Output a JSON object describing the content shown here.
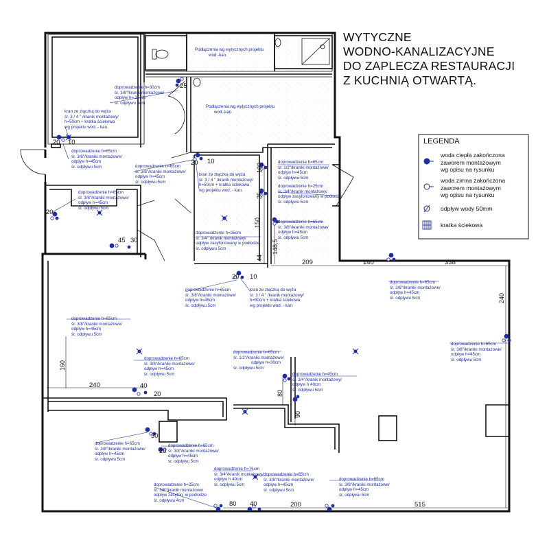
{
  "title": {
    "lines": [
      "WYTYCZNE",
      "WODNO-KANALIZACYJNE",
      "DO ZAPLECZA RESTAURACJI",
      "Z KUCHNIĄ OTWARTĄ."
    ]
  },
  "legend": {
    "title": "LEGENDA",
    "hot_water": [
      "woda ciepła zakończona",
      "zaworem montażowym",
      "wg opisu na rysunku"
    ],
    "cold_water": [
      "woda zimna zakończona",
      "zaworem montażowym",
      "wg opisu na rysunku"
    ],
    "drain": "odpływ wody 50mm",
    "grate": "kratka ściekowa"
  },
  "notes": {
    "n1": [
      "Podłączenia wg wytycznych projektu",
      "wod.-kan."
    ],
    "n2": [
      "Podłączenia wg wytycznych projektu",
      "wod.-kan."
    ],
    "n3": [
      "doprowadzenie h=30cm",
      "śr. 3/8\"/kranik montażowe/",
      "odpływ  h= 25cm",
      "śr. odpływu 5cm"
    ],
    "n4": [
      "kran ze złączką do węża",
      "śr. 3 / 4 \" /kranik montażowy/",
      "h=50cm  + kratka ściekowa",
      "wg projektu wod. - kan."
    ],
    "n5": [
      "doprowadzenie h=65cm",
      "śr. 3/8\"/kraniki montażowe/",
      "odpływ h=45cm",
      "śr. odpływu 5cm"
    ],
    "n6": [
      "doprowadzenie h=65cm",
      "śr. 3/8\"/kraniki montażowe/",
      "odpływ  h=45cm",
      "śr. odpływu 5cm"
    ],
    "n7": [
      "kran ze złączką do węża",
      "śr. 3 / 4 \" /kranik montażowy/",
      "h=50cm  + kratka ściekowa",
      "wg projektu wod. - kan."
    ],
    "n8": [
      "doprowadzenie h=65cm",
      "śr. 1/2\"/kraniki montażowe/",
      "odpływ h=45cm",
      "śr. odpływu 5cm"
    ],
    "n9": [
      "doprowadzenie h=25cm",
      "śr. 3/4\"/kranik montażowy/",
      "odpływ zasyfonowany w podłodze",
      "śr. odpływu 5cm"
    ],
    "n10": [
      "doprowadzenie h=65cm",
      "śr. 3/8\"/kraniki montażowe/",
      "odpływ h=45cm",
      "śr. odpływu 5cm"
    ],
    "n11": [
      "doprowadzenie h=65cm",
      "śr. 3/8\"/kraniki montażowe/",
      "odpływ h=45cm",
      "śr. odpływu 5cm"
    ],
    "n12": [
      "doprowadzenie h=25cm",
      "śr. 3/4\" /kranik montażowy/",
      "odpływ zasyfonowany w podłodze",
      "śr. odpływu 5cm"
    ],
    "n13": [
      "doprowadzenie h=65cm",
      "śr. 3/8\"/kraniki montażowe/",
      "odpływ h=45cm",
      "śr. odpływu 5cm"
    ],
    "n14": [
      "kran ze złączką do węża",
      "śr. 3 / 4 \" /kranik montażowy/",
      "h=50cm  + kratka ściekowa",
      "wg projektu wod. - kan."
    ],
    "n15": [
      "doprowadzenie h=65cm",
      "śr. 3/8\"/kraniki montażowe/",
      "odpływ h=45cm",
      "śr. odpływu 5cm"
    ],
    "n16": [
      "doprowadzenie h=65cm",
      "śr. 3/8\"/kraniki montażowe/",
      "odpływ h=45cm",
      "śr. odpływu 5cm"
    ],
    "n17": [
      "doprowadzenie h=65cm",
      "śr. 3/8\"/kraniki montażowe/",
      "odpływ h=45cm",
      "śr. odpływu 5cm"
    ],
    "n18": [
      "doprowadzenie h=65cm",
      "śr. 3/8\"/kraniki montażowe/",
      "odpływ  h=45cm",
      "śr. odpływu 5cm"
    ],
    "n19": [
      "doprowadzenie h=65cm",
      "śr. 1/2\"/kraniki montażowe/",
      "odpływ  h=30cm",
      "śr. odpływu 5cm"
    ],
    "n20": [
      "doprowadzenie h=45cm",
      "śr. 3/4\"/kranik montażowy/",
      "odpływ h 40cm",
      "śr. odpływu 5cm"
    ],
    "n21": [
      "doprowadzenie h=65cm",
      "śr. 3/8\"/kraniki montażowe/",
      "odpływ h=45cm",
      "śr. odpływu 5cm"
    ],
    "n22": [
      "doprowadzenie h=65cm",
      "śr. 3/8\"/kraniki montażowe/",
      "odpływ h=45cm",
      "śr. odpływu 5cm"
    ],
    "n23": [
      "doprowadzenie h=75cm",
      "śr. 3/4\"/kranik montażowy/",
      "odpływ h 40cm",
      "śr. odpływu 5cm"
    ],
    "n24": [
      "doprowadzenie h=65cm",
      "śr. 3/8\"/kraniki montażowe/",
      "odpływ h=45cm",
      "śr. odpływu 5cm"
    ],
    "n25": [
      "doprowadzenie h=65cm",
      "śr. 3/8\"/kraniki montażowe/",
      "odpływ h=45cm",
      "śr. odpływu 5cm"
    ],
    "n26": [
      "doprowadzenie h=25cm",
      "śr. 3/8\"/kranik montażowe/",
      "odpływ zasyfon. w podłodze",
      "śr. odpływu 4cm"
    ]
  },
  "dimensions": {
    "d25": "25",
    "d20a": "20",
    "d10a": "10",
    "d20b": "20",
    "d10b": "10",
    "d20c": "20",
    "d10c": "10",
    "d20d": "20",
    "d45": "45",
    "d30a": "30",
    "d100": "100",
    "d25b": "25",
    "d150": "150",
    "d148": "148,5",
    "d44": "44",
    "d209": "209",
    "d140": "140",
    "d338": "338",
    "d240v": "240",
    "d160": "160",
    "d240h": "240",
    "d40a": "40",
    "d20e": "20",
    "d80v": "80",
    "d90v": "90",
    "d30b": "30",
    "d20f": "20",
    "d80h": "80",
    "d40b": "40",
    "d200": "200",
    "d515": "515"
  },
  "colors": {
    "wall": "#111111",
    "fixture": "#1f2d9e",
    "note": "#1f2d9e"
  }
}
